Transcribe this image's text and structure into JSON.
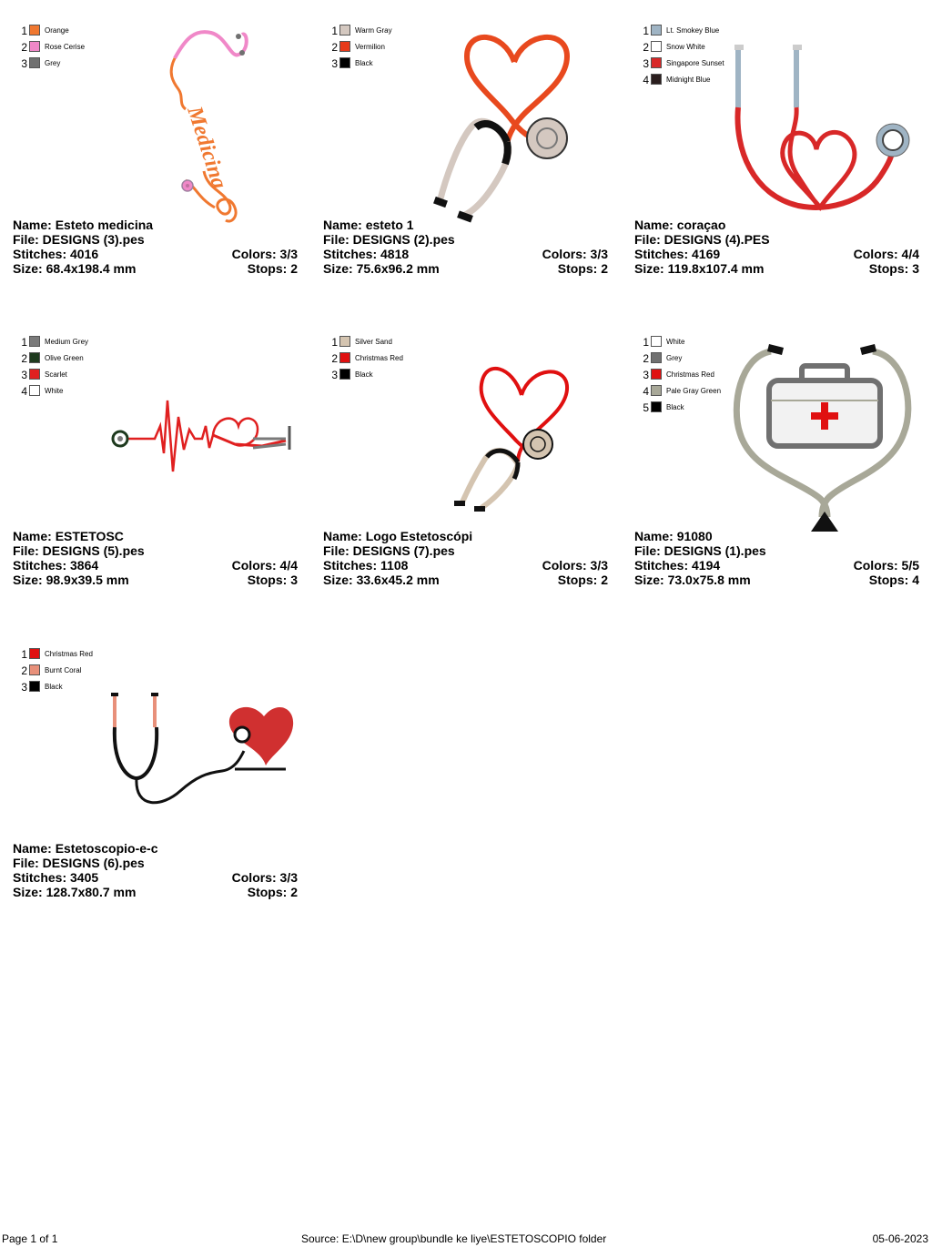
{
  "labels": {
    "name": "Name: ",
    "file": "File: ",
    "stitches": "Stitches: ",
    "colors": "Colors: ",
    "size": "Size: ",
    "stops": "Stops: "
  },
  "designs": [
    {
      "name": "Esteto medicina",
      "file": "DESIGNS (3).pes",
      "stitches": "4016",
      "colors": "3/3",
      "size": "68.4x198.4 mm",
      "stops": "2",
      "artwork_text": "Medicina",
      "thread_colors": [
        {
          "num": "1",
          "name": "Orange",
          "hex": "#f07830"
        },
        {
          "num": "2",
          "name": "Rose Cerise",
          "hex": "#f088c8"
        },
        {
          "num": "3",
          "name": "Grey",
          "hex": "#707070"
        }
      ]
    },
    {
      "name": "esteto 1",
      "file": "DESIGNS (2).pes",
      "stitches": "4818",
      "colors": "3/3",
      "size": "75.6x96.2 mm",
      "stops": "2",
      "thread_colors": [
        {
          "num": "1",
          "name": "Warm Gray",
          "hex": "#d4c8c0"
        },
        {
          "num": "2",
          "name": "Vermilion",
          "hex": "#e83a1a"
        },
        {
          "num": "3",
          "name": "Black",
          "hex": "#000000"
        }
      ]
    },
    {
      "name": "coraçao",
      "file": "DESIGNS (4).PES",
      "stitches": "4169",
      "colors": "4/4",
      "size": "119.8x107.4 mm",
      "stops": "3",
      "thread_colors": [
        {
          "num": "1",
          "name": "Lt. Smokey Blue",
          "hex": "#9fb4c4"
        },
        {
          "num": "2",
          "name": "Snow White",
          "hex": "#ffffff"
        },
        {
          "num": "3",
          "name": "Singapore Sunset",
          "hex": "#d82828"
        },
        {
          "num": "4",
          "name": "Midnight Blue",
          "hex": "#2a1e1e"
        }
      ]
    },
    {
      "name": "ESTETOSC",
      "file": "DESIGNS (5).pes",
      "stitches": "3864",
      "colors": "4/4",
      "size": "98.9x39.5 mm",
      "stops": "3",
      "thread_colors": [
        {
          "num": "1",
          "name": "Medium Grey",
          "hex": "#7a7a7a"
        },
        {
          "num": "2",
          "name": "Olive Green",
          "hex": "#1e3a1e"
        },
        {
          "num": "3",
          "name": "Scarlet",
          "hex": "#e02020"
        },
        {
          "num": "4",
          "name": "White",
          "hex": "#ffffff"
        }
      ]
    },
    {
      "name": "Logo Estetoscópi",
      "file": "DESIGNS (7).pes",
      "stitches": "1108",
      "colors": "3/3",
      "size": "33.6x45.2 mm",
      "stops": "2",
      "thread_colors": [
        {
          "num": "1",
          "name": "Silver Sand",
          "hex": "#d4c4b0"
        },
        {
          "num": "2",
          "name": "Christmas Red",
          "hex": "#e01010"
        },
        {
          "num": "3",
          "name": "Black",
          "hex": "#000000"
        }
      ]
    },
    {
      "name": "91080",
      "file": "DESIGNS (1).pes",
      "stitches": "4194",
      "colors": "5/5",
      "size": "73.0x75.8 mm",
      "stops": "4",
      "thread_colors": [
        {
          "num": "1",
          "name": "White",
          "hex": "#ffffff"
        },
        {
          "num": "2",
          "name": "Grey",
          "hex": "#707070"
        },
        {
          "num": "3",
          "name": "Christmas Red",
          "hex": "#e01010"
        },
        {
          "num": "4",
          "name": "Pale Gray Green",
          "hex": "#a8a898"
        },
        {
          "num": "5",
          "name": "Black",
          "hex": "#000000"
        }
      ]
    },
    {
      "name": "Estetoscopio-e-c",
      "file": "DESIGNS (6).pes",
      "stitches": "3405",
      "colors": "3/3",
      "size": "128.7x80.7 mm",
      "stops": "2",
      "thread_colors": [
        {
          "num": "1",
          "name": "Christmas Red",
          "hex": "#e01010"
        },
        {
          "num": "2",
          "name": "Burnt Coral",
          "hex": "#e8907a"
        },
        {
          "num": "3",
          "name": "Black",
          "hex": "#000000"
        }
      ]
    }
  ],
  "footer": {
    "page": "Page 1 of 1",
    "source": "Source: E:\\D\\new group\\bundle ke liye\\ESTETOSCOPIO folder",
    "date": "05-06-2023"
  }
}
